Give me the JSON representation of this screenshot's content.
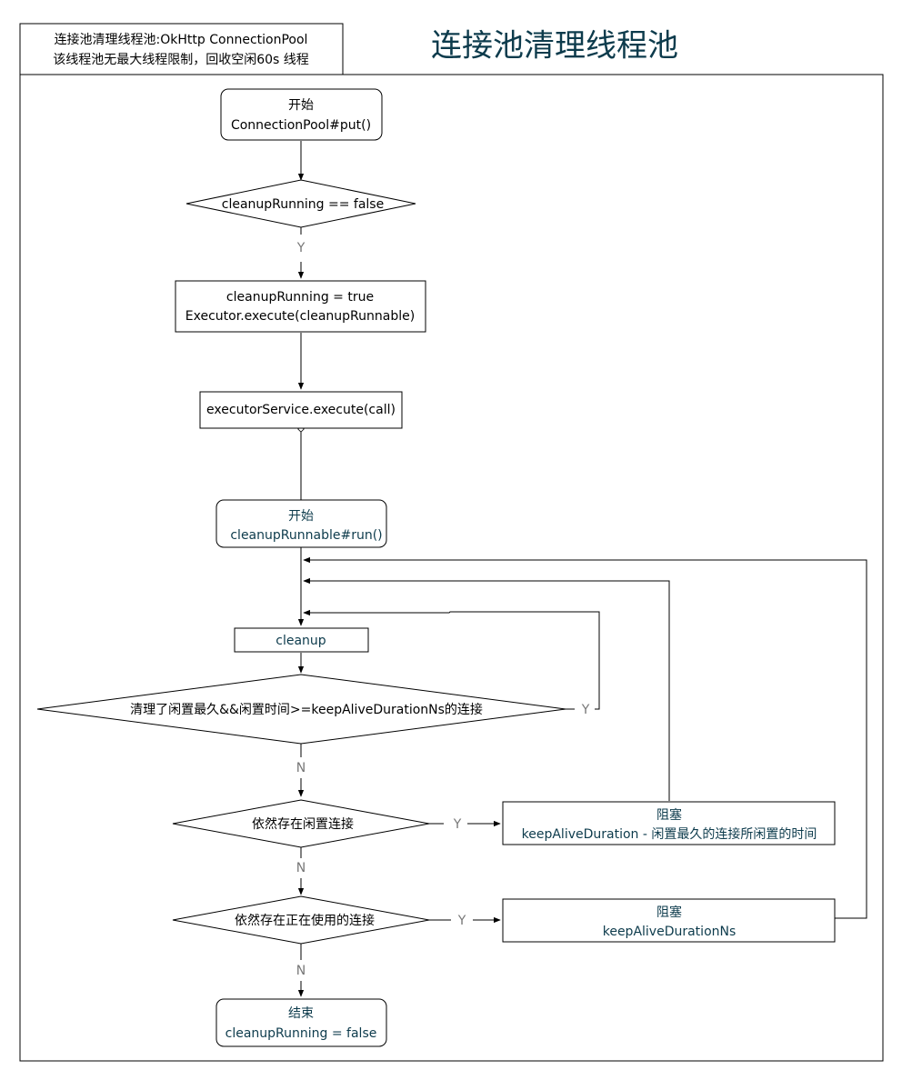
{
  "diagram": {
    "title": "连接池清理线程池",
    "header": {
      "line1": "连接池清理线程池:OkHttp ConnectionPool",
      "line2": "该线程池无最大线程限制，回收空闲60s 线程"
    },
    "nodes": {
      "start_put": {
        "line1": "开始",
        "line2": "ConnectionPool#put()"
      },
      "cond_running": {
        "text": "cleanupRunning == false"
      },
      "set_running": {
        "line1": "cleanupRunning = true",
        "line2": "Executor.execute(cleanupRunnable)"
      },
      "executor": {
        "text": "executorService.execute(call)"
      },
      "start_run": {
        "line1": "开始",
        "line2": "cleanupRunnable#run()"
      },
      "cleanup": {
        "text": "cleanup"
      },
      "cond_idle": {
        "text": "清理了闲置最久&&闲置时间>=keepAliveDurationNs的连接"
      },
      "cond_has_idle": {
        "text": "依然存在闲置连接"
      },
      "block_idle": {
        "line1": "阻塞",
        "line2": "keepAliveDuration - 闲置最久的连接所闲置的时间"
      },
      "cond_in_use": {
        "text": "依然存在正在使用的连接"
      },
      "block_in_use": {
        "line1": "阻塞",
        "line2": "keepAliveDurationNs"
      },
      "end": {
        "line1": "结束",
        "line2": "cleanupRunning = false"
      }
    },
    "edge_labels": {
      "running_yes": "Y",
      "idle_yes": "Y",
      "idle_no": "N",
      "has_idle_yes": "Y",
      "has_idle_no": "N",
      "in_use_yes": "Y",
      "in_use_no": "N"
    },
    "colors": {
      "accent_text": "#0d3b4c",
      "edge_label": "#777777",
      "stroke": "#000000"
    }
  }
}
